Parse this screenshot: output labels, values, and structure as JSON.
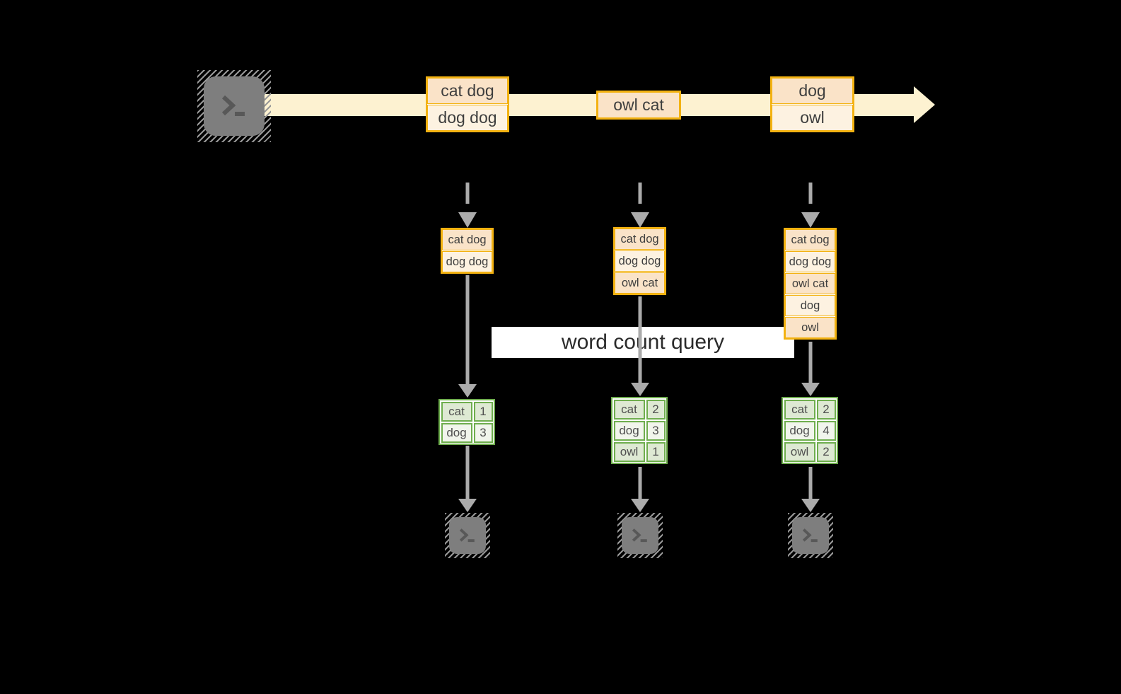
{
  "query_label": "word count query",
  "stream": {
    "source_icon": "terminal-icon",
    "batches": [
      {
        "items": [
          "cat dog",
          "dog dog"
        ]
      },
      {
        "items": [
          "owl cat"
        ]
      },
      {
        "items": [
          "dog",
          "owl"
        ]
      }
    ]
  },
  "columns": [
    {
      "state": [
        "cat dog",
        "dog dog"
      ],
      "counts": [
        {
          "word": "cat",
          "count": "1"
        },
        {
          "word": "dog",
          "count": "3"
        }
      ]
    },
    {
      "state": [
        "cat dog",
        "dog dog",
        "owl cat"
      ],
      "counts": [
        {
          "word": "cat",
          "count": "2"
        },
        {
          "word": "dog",
          "count": "3"
        },
        {
          "word": "owl",
          "count": "1"
        }
      ]
    },
    {
      "state": [
        "cat dog",
        "dog dog",
        "owl cat",
        "dog",
        "owl"
      ],
      "counts": [
        {
          "word": "cat",
          "count": "2"
        },
        {
          "word": "dog",
          "count": "4"
        },
        {
          "word": "owl",
          "count": "2"
        }
      ]
    }
  ],
  "colors": {
    "background": "#000000",
    "stream_band": "#FDF2D1",
    "box_border_amber": "#F3B211",
    "box_fill_dark": "#FAE3C8",
    "box_fill_light": "#FDF2E1",
    "table_border_green": "#6FAE4E",
    "table_row_tint": "#DEE9D3",
    "table_row_light": "#F1F5EC",
    "arrow_gray": "#ABABAB",
    "terminal_gray": "#7E7E7E"
  }
}
